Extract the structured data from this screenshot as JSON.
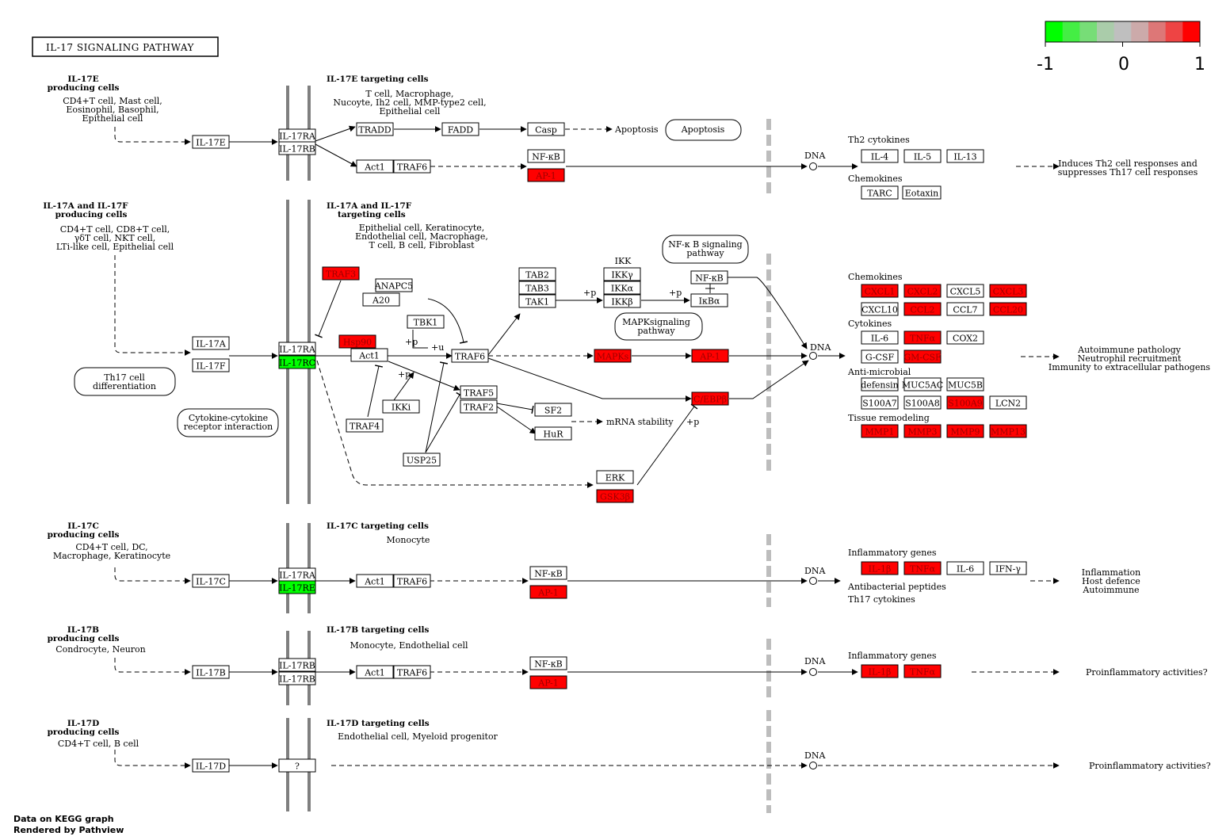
{
  "title": "IL-17 SIGNALING PATHWAY",
  "colors": {
    "up": "#ff0000",
    "down": "#00ff00",
    "none": "#ffffff"
  },
  "legend": {
    "colors": [
      "#00ff00",
      "#44ee44",
      "#77dd77",
      "#aaccaa",
      "#bfbfbf",
      "#ccaaaa",
      "#dd7777",
      "#ee4444",
      "#ff0000"
    ],
    "labels": [
      "-1",
      "0",
      "1"
    ]
  },
  "credit": [
    "Data on KEGG graph",
    "Rendered by Pathview"
  ],
  "labels": {
    "l1": "IL-17E",
    "l2": "producing cells",
    "l3": "CD4+T cell, Mast cell,",
    "l4": "Eosinophil, Basophil,",
    "l5": "Epithelial cell",
    "l6": "IL-17E targeting cells",
    "l7": "T cell, Macrophage,",
    "l8": "Nucoyte, Ih2 cell, MMP-type2 cell,",
    "l9": "Epithelial cell",
    "l10": "Apoptosis",
    "l11": "Apoptosis",
    "l12": "DNA",
    "l13": "Th2 cytokines",
    "l14": "Chemokines",
    "l15": "Induces Th2 cell responses and",
    "l16": "suppresses Th17 cell responses",
    "l17": "IL-17A and IL-17F",
    "l18": "producing cells",
    "l19": "CD4+T cell, CD8+T cell,",
    "l20": "γδT cell, NKT cell,",
    "l21": "LTi-like cell, Epithelial cell",
    "l22": "IL-17A and IL-17F",
    "l23": "targeting cells",
    "l24": "Epithelial cell, Keratinocyte,",
    "l25": "Endothelial cell, Macrophage,",
    "l26": "T cell, B cell, Fibroblast",
    "l27": "NF-κ B signaling",
    "l28": "pathway",
    "l29": "IKK",
    "l30": "MAPKsignaling",
    "l31": "pathway",
    "l32": "Th17 cell",
    "l33": "differentiation",
    "l34": "Cytokine-cytokine",
    "l35": "receptor interaction",
    "l36": "mRNA stability",
    "l37": "DNA",
    "l38": "Chemokines",
    "l39": "Cytokines",
    "l40": "Anti-microbial",
    "l41": "Tissue remodeling",
    "l42": "Autoimmune pathology",
    "l43": "Neutrophil recruitment",
    "l44": "Immunity to extracellular pathogens",
    "l45": "+p",
    "l46": "+p",
    "l47": "+p",
    "l48": "+u",
    "l49": "+p",
    "l50": "+p",
    "l51": "IL-17C",
    "l52": "producing cells",
    "l53": "CD4+T cell, DC,",
    "l54": "Macrophage, Keratinocyte",
    "l55": "IL-17C targeting cells",
    "l56": "Monocyte",
    "l57": "DNA",
    "l58": "Inflammatory genes",
    "l59": "Antibacterial peptides",
    "l60": "Th17 cytokines",
    "l61": "Inflammation",
    "l62": "Host defence",
    "l63": "Autoimmune",
    "l64": "IL-17B",
    "l65": "producing cells",
    "l66": "Condrocyte, Neuron",
    "l67": "IL-17B targeting cells",
    "l68": "Monocyte, Endothelial cell",
    "l69": "DNA",
    "l70": "Inflammatory genes",
    "l71": "Proinflammatory activities?",
    "l72": "IL-17D",
    "l73": "producing cells",
    "l74": "CD4+T cell, B cell",
    "l75": "IL-17D targeting cells",
    "l76": "Endothelial cell, Myeloid progenitor",
    "l77": "DNA",
    "l78": "Proinflammatory activities?"
  },
  "genes": [
    {
      "id": "g1",
      "label": "IL-17E",
      "state": "none"
    },
    {
      "id": "g2",
      "label": "IL-17RA",
      "state": "none"
    },
    {
      "id": "g3",
      "label": "IL-17RB",
      "state": "none"
    },
    {
      "id": "g4",
      "label": "TRADD",
      "state": "none"
    },
    {
      "id": "g5",
      "label": "FADD",
      "state": "none"
    },
    {
      "id": "g6",
      "label": "Casp",
      "state": "none"
    },
    {
      "id": "g7",
      "label": "Act1",
      "state": "none"
    },
    {
      "id": "g8",
      "label": "TRAF6",
      "state": "none"
    },
    {
      "id": "g9",
      "label": "NF-κB",
      "state": "none"
    },
    {
      "id": "g10",
      "label": "AP-1",
      "state": "up"
    },
    {
      "id": "g11",
      "label": "IL-4",
      "state": "none"
    },
    {
      "id": "g12",
      "label": "IL-5",
      "state": "none"
    },
    {
      "id": "g13",
      "label": "IL-13",
      "state": "none"
    },
    {
      "id": "g14",
      "label": "TARC",
      "state": "none"
    },
    {
      "id": "g15",
      "label": "Eotaxin",
      "state": "none"
    },
    {
      "id": "g16",
      "label": "TRAF3",
      "state": "up"
    },
    {
      "id": "g17",
      "label": "ANAPC5",
      "state": "none"
    },
    {
      "id": "g18",
      "label": "A20",
      "state": "none"
    },
    {
      "id": "g19",
      "label": "TBK1",
      "state": "none"
    },
    {
      "id": "g20",
      "label": "Hsp90",
      "state": "up"
    },
    {
      "id": "g21",
      "label": "Act1",
      "state": "none"
    },
    {
      "id": "g22",
      "label": "IL-17A",
      "state": "none"
    },
    {
      "id": "g23",
      "label": "IL-17F",
      "state": "none"
    },
    {
      "id": "g24",
      "label": "IL-17RA",
      "state": "none"
    },
    {
      "id": "g25",
      "label": "IL-17RC",
      "state": "down"
    },
    {
      "id": "g26",
      "label": "TAB2",
      "state": "none"
    },
    {
      "id": "g27",
      "label": "TAB3",
      "state": "none"
    },
    {
      "id": "g28",
      "label": "TAK1",
      "state": "none"
    },
    {
      "id": "g29",
      "label": "IKKγ",
      "state": "none"
    },
    {
      "id": "g30",
      "label": "IKKα",
      "state": "none"
    },
    {
      "id": "g31",
      "label": "IKKβ",
      "state": "none"
    },
    {
      "id": "g32",
      "label": "NF-κB",
      "state": "none"
    },
    {
      "id": "g33",
      "label": "IκBα",
      "state": "none"
    },
    {
      "id": "g34",
      "label": "TRAF6",
      "state": "none"
    },
    {
      "id": "g35",
      "label": "MAPKs",
      "state": "up"
    },
    {
      "id": "g36",
      "label": "AP-1",
      "state": "up"
    },
    {
      "id": "g37",
      "label": "C/EBPβ",
      "state": "up"
    },
    {
      "id": "g38",
      "label": "TRAF5",
      "state": "none"
    },
    {
      "id": "g39",
      "label": "TRAF2",
      "state": "none"
    },
    {
      "id": "g40",
      "label": "SF2",
      "state": "none"
    },
    {
      "id": "g41",
      "label": "HuR",
      "state": "none"
    },
    {
      "id": "g42",
      "label": "IKKi",
      "state": "none"
    },
    {
      "id": "g43",
      "label": "TRAF4",
      "state": "none"
    },
    {
      "id": "g44",
      "label": "USP25",
      "state": "none"
    },
    {
      "id": "g45",
      "label": "ERK",
      "state": "none"
    },
    {
      "id": "g46",
      "label": "GSK3β",
      "state": "up"
    },
    {
      "id": "g47",
      "label": "CXCL1",
      "state": "up"
    },
    {
      "id": "g48",
      "label": "CXCL2",
      "state": "up"
    },
    {
      "id": "g49",
      "label": "CXCL5",
      "state": "none"
    },
    {
      "id": "g50",
      "label": "CXCL3",
      "state": "up"
    },
    {
      "id": "g51",
      "label": "CXCL10",
      "state": "none"
    },
    {
      "id": "g52",
      "label": "CCL2",
      "state": "up"
    },
    {
      "id": "g53",
      "label": "CCL7",
      "state": "none"
    },
    {
      "id": "g54",
      "label": "CCL20",
      "state": "up"
    },
    {
      "id": "g55",
      "label": "IL-6",
      "state": "none"
    },
    {
      "id": "g56",
      "label": "TNFα",
      "state": "up"
    },
    {
      "id": "g57",
      "label": "COX2",
      "state": "none"
    },
    {
      "id": "g58",
      "label": "G-CSF",
      "state": "none"
    },
    {
      "id": "g59",
      "label": "GM-CSF",
      "state": "up"
    },
    {
      "id": "g60",
      "label": "defensin",
      "state": "none"
    },
    {
      "id": "g61",
      "label": "MUC5AC",
      "state": "none"
    },
    {
      "id": "g62",
      "label": "MUC5B",
      "state": "none"
    },
    {
      "id": "g63",
      "label": "S100A7",
      "state": "none"
    },
    {
      "id": "g64",
      "label": "S100A8",
      "state": "none"
    },
    {
      "id": "g65",
      "label": "S100A9",
      "state": "up"
    },
    {
      "id": "g66",
      "label": "LCN2",
      "state": "none"
    },
    {
      "id": "g67",
      "label": "MMP1",
      "state": "up"
    },
    {
      "id": "g68",
      "label": "MMP3",
      "state": "up"
    },
    {
      "id": "g69",
      "label": "MMP9",
      "state": "up"
    },
    {
      "id": "g70",
      "label": "MMP13",
      "state": "up"
    },
    {
      "id": "g71",
      "label": "IL-17C",
      "state": "none"
    },
    {
      "id": "g72",
      "label": "IL-17RA",
      "state": "none"
    },
    {
      "id": "g73",
      "label": "IL-17RE",
      "state": "down"
    },
    {
      "id": "g74",
      "label": "Act1",
      "state": "none"
    },
    {
      "id": "g75",
      "label": "TRAF6",
      "state": "none"
    },
    {
      "id": "g76",
      "label": "NF-κB",
      "state": "none"
    },
    {
      "id": "g77",
      "label": "AP-1",
      "state": "up"
    },
    {
      "id": "g78",
      "label": "IL-1β",
      "state": "up"
    },
    {
      "id": "g79",
      "label": "TNFα",
      "state": "up"
    },
    {
      "id": "g80",
      "label": "IL-6",
      "state": "none"
    },
    {
      "id": "g81",
      "label": "IFN-γ",
      "state": "none"
    },
    {
      "id": "g82",
      "label": "IL-17B",
      "state": "none"
    },
    {
      "id": "g83",
      "label": "IL-17RB",
      "state": "none"
    },
    {
      "id": "g84",
      "label": "IL-17RB",
      "state": "none"
    },
    {
      "id": "g85",
      "label": "Act1",
      "state": "none"
    },
    {
      "id": "g86",
      "label": "TRAF6",
      "state": "none"
    },
    {
      "id": "g87",
      "label": "NF-κB",
      "state": "none"
    },
    {
      "id": "g88",
      "label": "AP-1",
      "state": "up"
    },
    {
      "id": "g89",
      "label": "IL-1β",
      "state": "up"
    },
    {
      "id": "g90",
      "label": "TNFα",
      "state": "up"
    },
    {
      "id": "g91",
      "label": "IL-17D",
      "state": "none"
    },
    {
      "id": "g92",
      "label": "?",
      "state": "none"
    }
  ]
}
